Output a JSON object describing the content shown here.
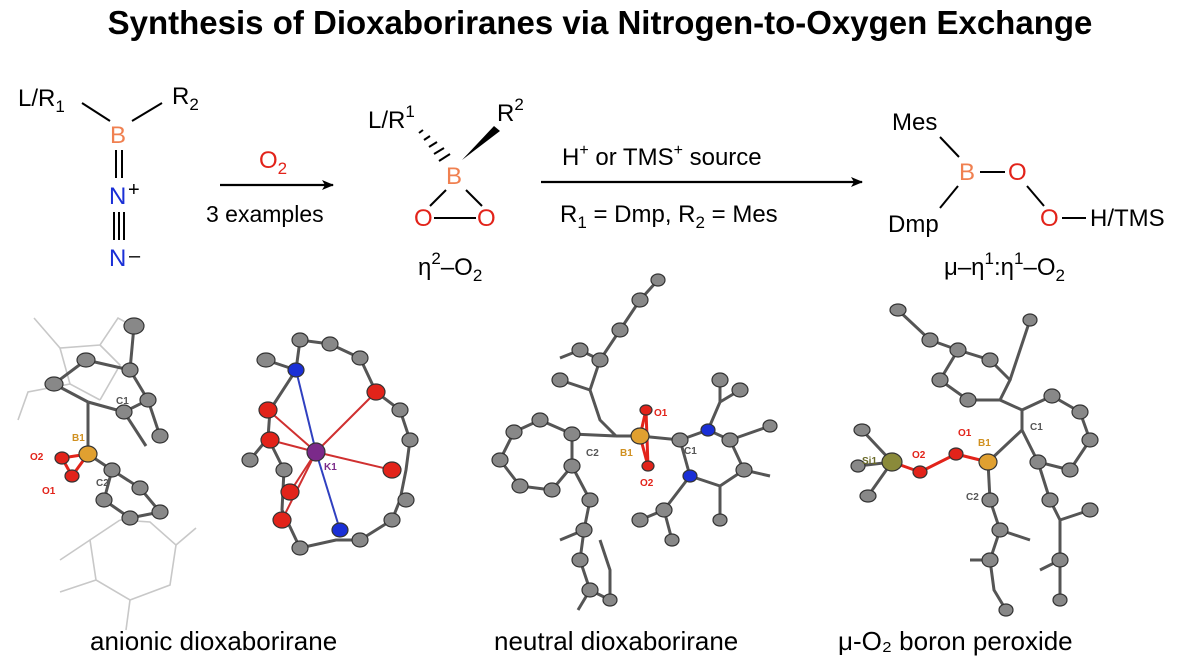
{
  "title": "Synthesis of Dioxaboriranes via Nitrogen-to-Oxygen Exchange",
  "colors": {
    "boron": "#f08050",
    "oxygen": "#e2231a",
    "nitrogen": "#1a2fd6",
    "bond": "#000000",
    "atom_gray": "#808080",
    "potassium": "#7b2a8a",
    "silicon": "#8a8a3a"
  },
  "scheme": {
    "reactant": {
      "l_r1": "L/R",
      "l_r1_sub": "1",
      "r2": "R",
      "r2_sub": "2",
      "b": "B",
      "n_plus": "N",
      "plus": "+",
      "n_minus": "N",
      "minus": "–"
    },
    "arrow1": {
      "reagent": "O",
      "reagent_sub": "2",
      "note": "3 examples"
    },
    "product1": {
      "l_r1": "L/R",
      "l_r1_sup": "1",
      "r2": "R",
      "r2_sup": "2",
      "b": "B",
      "o_left": "O",
      "o_right": "O",
      "label_eta": "η",
      "label_sup": "2",
      "label_rest": "–O",
      "label_sub": "2"
    },
    "arrow2": {
      "reagent_h": "H",
      "reagent_h_sup": "+",
      "reagent_or": " or TMS",
      "reagent_tms_sup": "+",
      "reagent_source": " source",
      "cond": "R",
      "cond_sub1": "1",
      "cond_mid": " = Dmp, R",
      "cond_sub2": "2",
      "cond_end": " = Mes"
    },
    "product2": {
      "mes": "Mes",
      "dmp": "Dmp",
      "b": "B",
      "o1": "O",
      "o2": "O",
      "h_tms": "H/TMS",
      "label_mu": "μ–η",
      "label_sup1": "1",
      "label_colon": ":η",
      "label_sup2": "1",
      "label_rest": "–O",
      "label_sub": "2"
    }
  },
  "crystal": {
    "s1": {
      "c1": "C1",
      "b1": "B1",
      "o2": "O2",
      "o1": "O1",
      "c2": "C2"
    },
    "s2": {
      "k1": "K1"
    },
    "s3": {
      "o1": "O1",
      "b1": "B1",
      "c1": "C1",
      "c2": "C2",
      "o2": "O2"
    },
    "s4": {
      "o1": "O1",
      "b1": "B1",
      "c1": "C1",
      "si1": "Si1",
      "o2": "O2",
      "c2": "C2"
    }
  },
  "captions": {
    "anionic": "anionic dioxaborirane",
    "neutral": "neutral dioxaborirane",
    "peroxide": "μ-O₂ boron peroxide"
  }
}
